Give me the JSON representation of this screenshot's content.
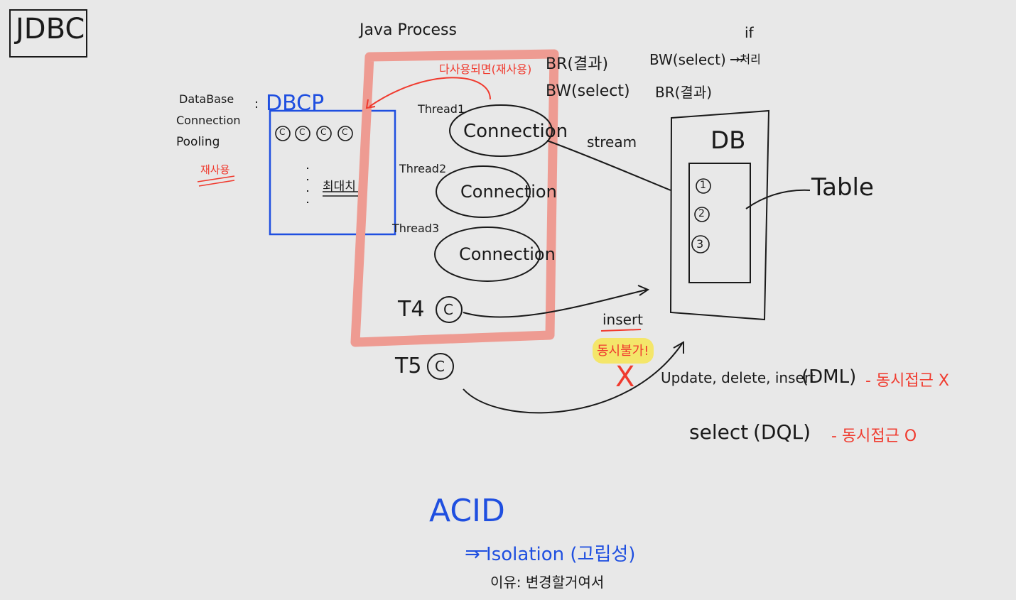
{
  "title": "JDBC",
  "pool": {
    "full_name_line1": "DataBase",
    "full_name_line2": "Connection",
    "full_name_line3": "Pooling",
    "reuse_note": "재사용",
    "colon": ":",
    "label": "DBCP",
    "conn_token": "C",
    "max_label": "최대치"
  },
  "process": {
    "label": "Java Process",
    "reuse_arrow_note": "다사용되면(재사용)",
    "threads": [
      "Thread1",
      "Thread2",
      "Thread3"
    ],
    "connection_label": "Connection",
    "t4": "T4",
    "t5": "T5",
    "conn_token": "C"
  },
  "flow_notes": {
    "br_result_1": "BR(결과)",
    "bw_select_1": "BW(select)",
    "bw_select_2": "BW(select)",
    "br_result_2": "BR(결과)",
    "if_label": "if",
    "handle": "→처리",
    "stream": "stream"
  },
  "db": {
    "label": "DB",
    "table_label": "Table",
    "rows": [
      "1",
      "2",
      "3"
    ]
  },
  "concurrency": {
    "insert": "insert",
    "impossible": "동시불가!",
    "cross": "X",
    "dml_ops": "Update, delete, insert",
    "dml": "(DML)",
    "dml_note": "- 동시접근 X",
    "dql_op": "select",
    "dql": "(DQL)",
    "dql_note": "- 동시접근 O"
  },
  "acid": {
    "title": "ACID",
    "isolation": "→ Isolation (고립성)",
    "reason": "이유: 변경할거여서"
  },
  "colors": {
    "background": "#e8e8e8",
    "ink": "#1a1a1a",
    "blue": "#1f4fe0",
    "red": "#f03a2e",
    "process_box": "#ee9b92",
    "highlight": "#f4e66a"
  }
}
